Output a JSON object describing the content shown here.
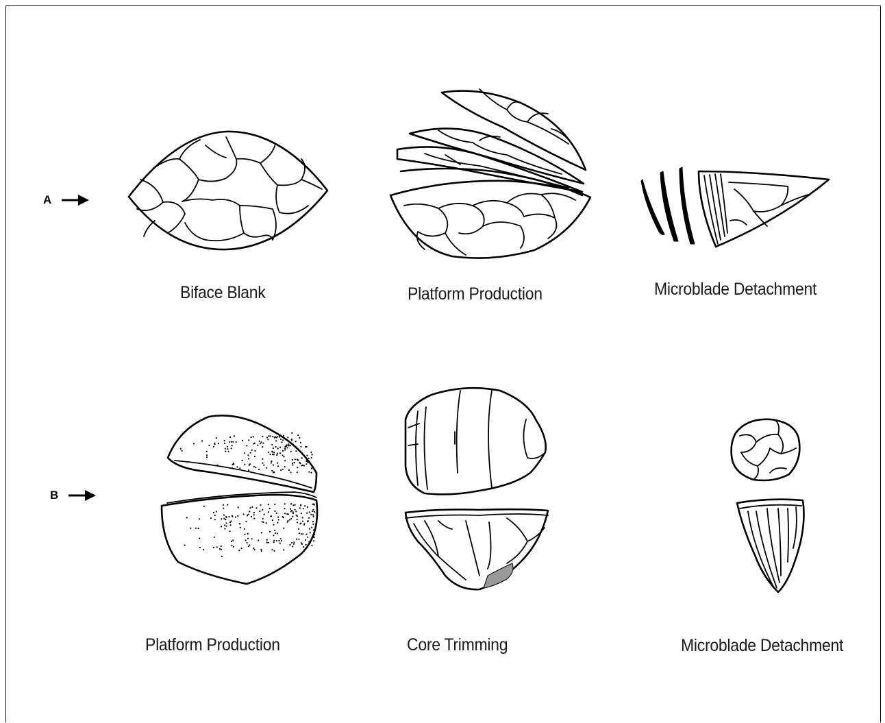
{
  "rows": [
    {
      "marker": "A"
    },
    {
      "marker": "B"
    }
  ],
  "labels": {
    "a1": "Biface Blank",
    "a2": "Platform Production",
    "a3": "Microblade Detachment",
    "b1": "Platform Production",
    "b2": "Core Trimming",
    "b3": "Microblade Detachment"
  }
}
